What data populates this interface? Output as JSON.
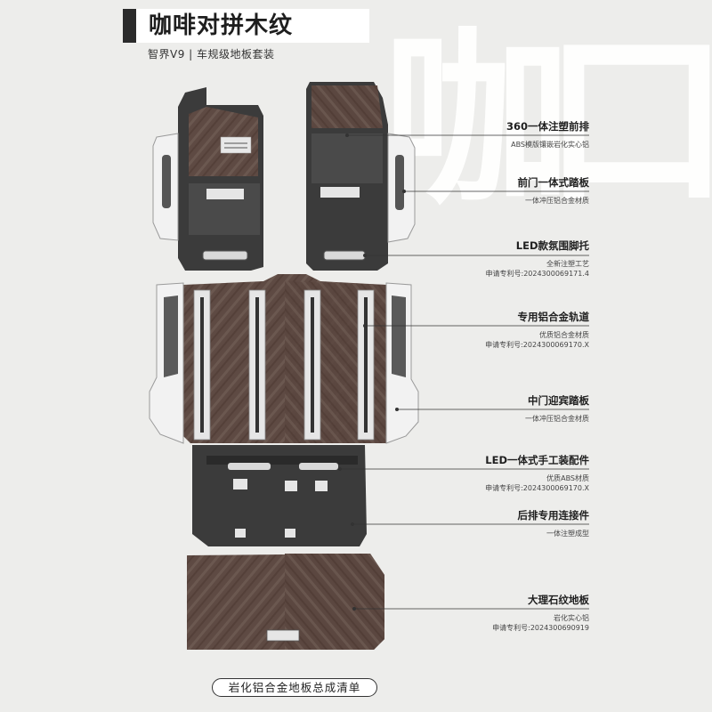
{
  "header": {
    "title": "咖啡对拼木纹",
    "subtitle": "智界V9 | 车规级地板套装",
    "watermark": "咖口"
  },
  "callouts": [
    {
      "title": "360一体注塑前排",
      "desc": [
        "ABS模版镶嵌岩化实心铝"
      ]
    },
    {
      "title": "前门一体式踏板",
      "desc": [
        "一体冲压铝合金材质"
      ]
    },
    {
      "title": "LED款氛围脚托",
      "desc": [
        "全新注塑工艺",
        "申请专利号:2024300069171.4"
      ]
    },
    {
      "title": "专用铝合金轨道",
      "desc": [
        "优质铝合金材质",
        "申请专利号:2024300069170.X"
      ]
    },
    {
      "title": "中门迎宾踏板",
      "desc": [
        "一体冲压铝合金材质"
      ]
    },
    {
      "title": "LED一体式手工装配件",
      "desc": [
        "优质ABS材质",
        "申请专利号:2024300069170.X"
      ]
    },
    {
      "title": "后排专用连接件",
      "desc": [
        "一体注塑成型"
      ]
    },
    {
      "title": "大理石纹地板",
      "desc": [
        "岩化实心铝",
        "申请专利号:2024300690919"
      ]
    }
  ],
  "footer": {
    "label": "岩化铝合金地板总成清单"
  },
  "colors": {
    "wood": "#5e4a43",
    "wood_light": "#7a6860",
    "frame": "#3b3b3b",
    "rail": "#dcdcdc",
    "background": "#ededeb"
  }
}
